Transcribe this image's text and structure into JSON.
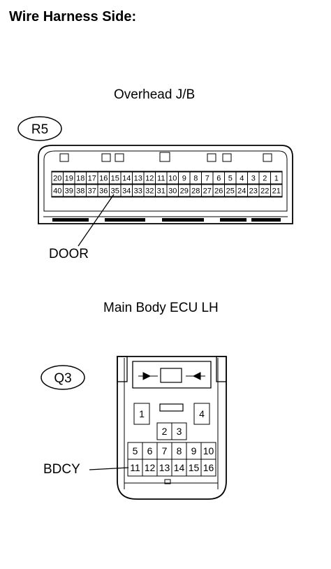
{
  "title": "Wire Harness Side:",
  "connectors": {
    "r5": {
      "code": "R5",
      "name": "Overhead J/B",
      "top_row": [
        "20",
        "19",
        "18",
        "17",
        "16",
        "15",
        "14",
        "13",
        "12",
        "11",
        "10",
        "9",
        "8",
        "7",
        "6",
        "5",
        "4",
        "3",
        "2",
        "1"
      ],
      "bottom_row": [
        "40",
        "39",
        "38",
        "37",
        "36",
        "35",
        "34",
        "33",
        "32",
        "31",
        "30",
        "29",
        "28",
        "27",
        "26",
        "25",
        "24",
        "23",
        "22",
        "21"
      ],
      "callout": {
        "label": "DOOR",
        "pin": "35"
      }
    },
    "q3": {
      "code": "Q3",
      "name": "Main Body ECU LH",
      "pins_top": [
        "1",
        "4"
      ],
      "pins_mid": [
        "2",
        "3"
      ],
      "row_a": [
        "5",
        "6",
        "7",
        "8",
        "9",
        "10"
      ],
      "row_b": [
        "11",
        "12",
        "13",
        "14",
        "15",
        "16"
      ],
      "callout": {
        "label": "BDCY",
        "pin": "11"
      }
    }
  }
}
